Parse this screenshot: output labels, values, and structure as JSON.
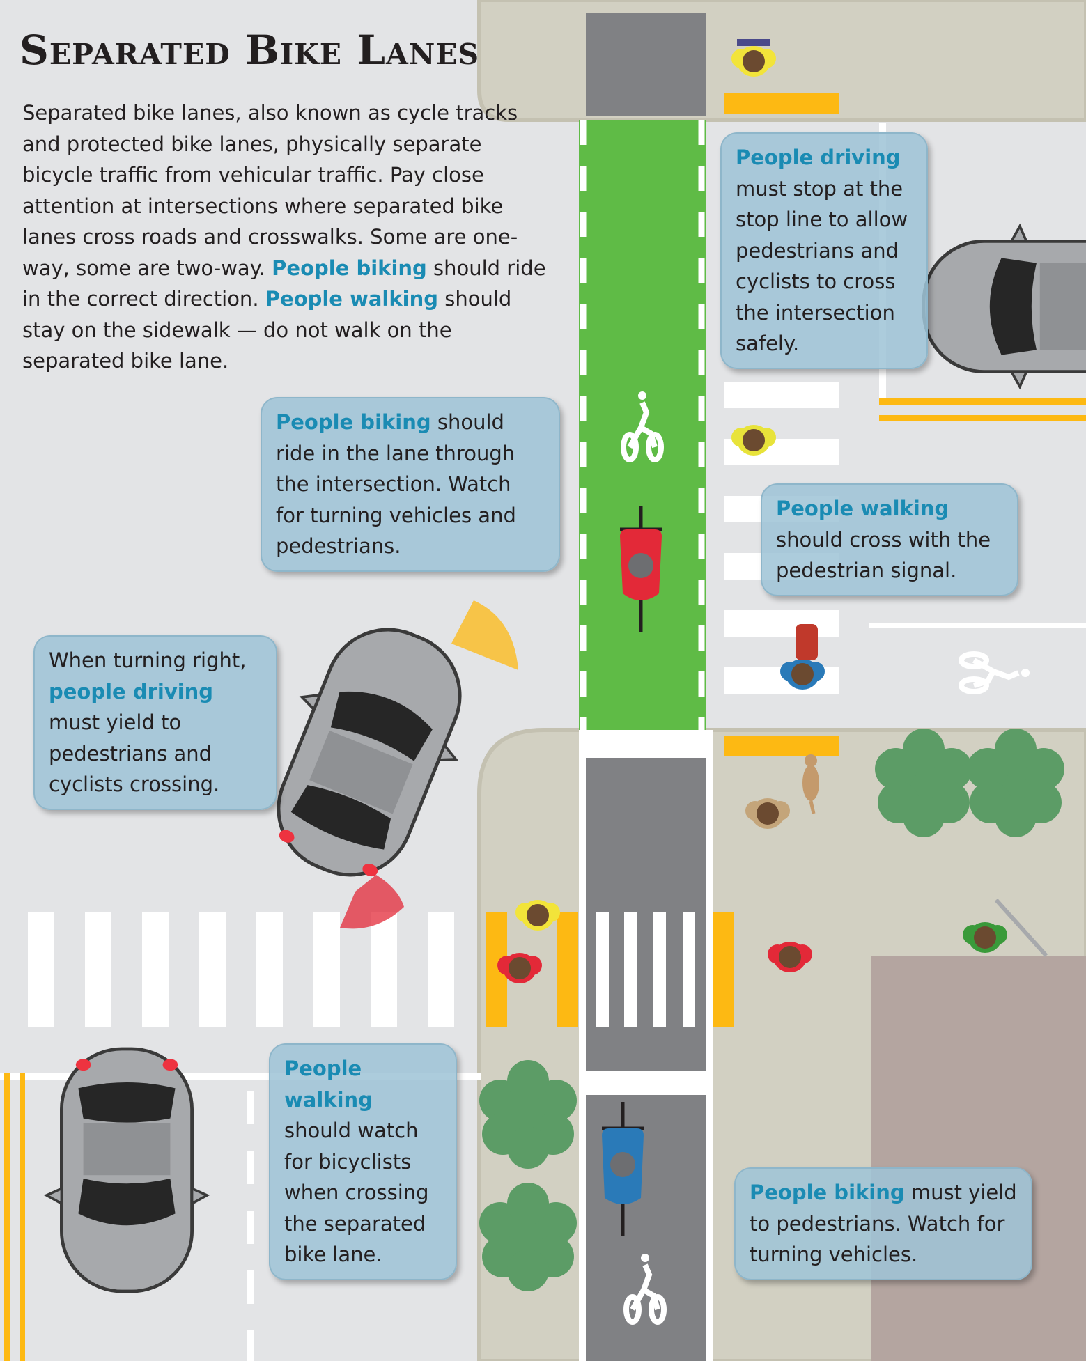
{
  "title": "Separated Bike Lanes",
  "intro": {
    "part1": "Separated bike lanes, also known as cycle tracks and protected bike lanes, physically separate bicycle traffic from vehicular traffic. Pay close attention at intersections where separated bike lanes cross roads and crosswalks. Some are one-way, some are two-way. ",
    "hl1": "People biking",
    "part2": " should ride in the correct direction. ",
    "hl2": "People walking",
    "part3": " should stay on the sidewalk — do not walk on the separated bike lane."
  },
  "callouts": {
    "driving_stop": {
      "hl": "People driving",
      "text": " must stop at the stop line to allow pedestrians and cyclists to cross the intersection safely."
    },
    "biking_lane": {
      "hl": "People biking",
      "text": " should ride in the lane through the intersection. Watch for turning vehicles and pedestrians."
    },
    "walking_signal": {
      "hl": "People walking",
      "text": " should cross with the pedestrian signal."
    },
    "turning_right": {
      "pre": "When turning right, ",
      "hl": "people driving",
      "text": " must yield to pedestrians and cyclists crossing."
    },
    "walking_watch": {
      "hl": "People walking",
      "text": " should watch for bicyclists when crossing the separated bike lane."
    },
    "biking_yield": {
      "hl": "People biking",
      "text": " must yield to pedestrians. Watch for turning vehicles."
    }
  },
  "colors": {
    "bike_lane_green": "#5fbb46",
    "road_gray": "#e3e4e6",
    "sidewalk": "#d2d0c2",
    "buffer_gray": "#808184",
    "yellow_line": "#fdb913",
    "callout_blue": "#9ec4d6",
    "highlight_blue": "#1a8bb3",
    "building": "#b4a5a0",
    "tree_green": "#5c9c66"
  }
}
